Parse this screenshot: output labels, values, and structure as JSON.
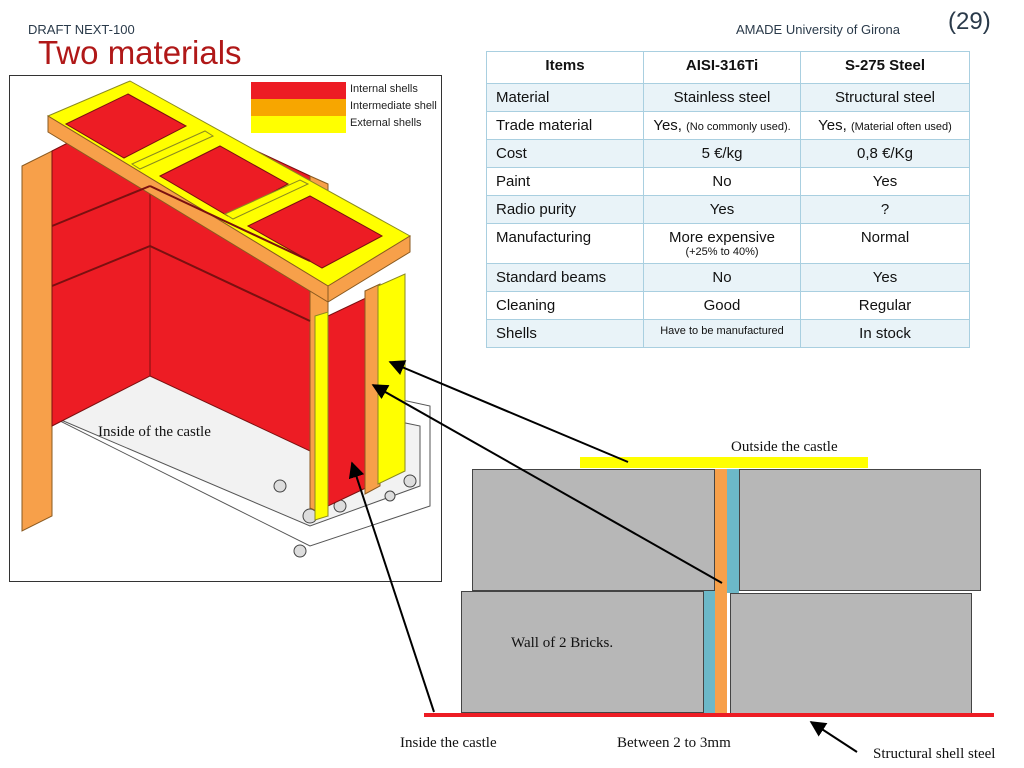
{
  "header": {
    "left": "DRAFT NEXT-100",
    "right": "AMADE University of Girona",
    "page": "(29)"
  },
  "title": "Two materials",
  "legend": [
    {
      "label": "Internal shells",
      "color": "#ed1c24"
    },
    {
      "label": "Intermediate shell",
      "color": "#f7a600"
    },
    {
      "label": "External shells",
      "color": "#ffff00"
    }
  ],
  "castle": {
    "inside_label": "Inside of the castle"
  },
  "table": {
    "headers": [
      "Items",
      "AISI-316Ti",
      "S-275 Steel"
    ],
    "rows": [
      {
        "item": "Material",
        "a": "Stainless steel",
        "a_note": "",
        "b": "Structural steel",
        "b_note": ""
      },
      {
        "item": "Trade material",
        "a": "Yes,",
        "a_note": "(No commonly used).",
        "b": "Yes,",
        "b_note": "(Material often used)"
      },
      {
        "item": "Cost",
        "a": "5 €/kg",
        "a_note": "",
        "b": "0,8 €/Kg",
        "b_note": ""
      },
      {
        "item": "Paint",
        "a": "No",
        "a_note": "",
        "b": "Yes",
        "b_note": ""
      },
      {
        "item": "Radio purity",
        "a": "Yes",
        "a_note": "",
        "b": "?",
        "b_note": ""
      },
      {
        "item": "Manufacturing",
        "a": "More expensive",
        "a_note": "(+25% to 40%)",
        "b": "Normal",
        "b_note": ""
      },
      {
        "item": "Standard beams",
        "a": "No",
        "a_note": "",
        "b": "Yes",
        "b_note": ""
      },
      {
        "item": "Cleaning",
        "a": "Good",
        "a_note": "",
        "b": "Regular",
        "b_note": ""
      },
      {
        "item": "Shells",
        "a": "",
        "a_note": "Have to be manufactured",
        "b": "In stock",
        "b_note": ""
      }
    ]
  },
  "section": {
    "outside_label": "Outside the castle",
    "wall_label": "Wall of 2 Bricks.",
    "inside_label": "Inside the castle",
    "gap_label": "Between 2 to 3mm",
    "shell_label": "Structural shell steel",
    "colors": {
      "brick": "#b7b7b7",
      "external": "#ffff00",
      "intermediate": "#f7a04a",
      "gap": "#6cb8c8",
      "internal": "#ed1c24"
    }
  }
}
